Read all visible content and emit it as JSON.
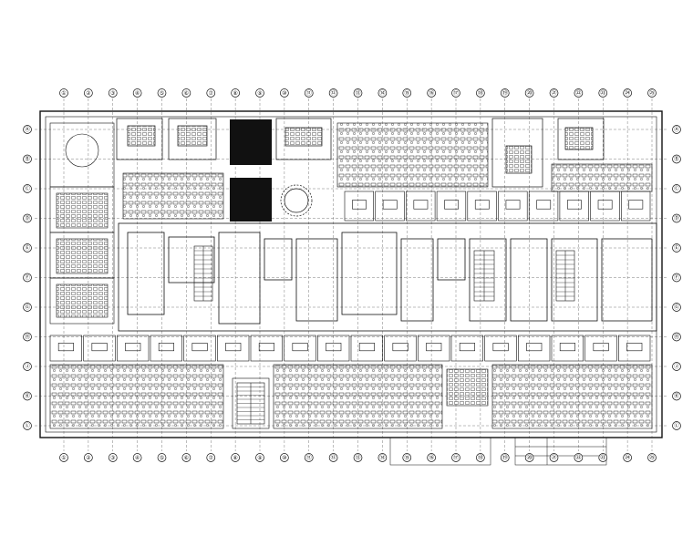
{
  "drawing": {
    "kind": "architectural office floor plan (CAD line drawing)",
    "line_color": "#1a1a1a",
    "background": "#ffffff"
  },
  "grid": {
    "top_axes": [
      "①",
      "②",
      "③",
      "④",
      "⑤",
      "⑥",
      "⑦",
      "⑧",
      "⑨",
      "⑩",
      "⑪",
      "⑫",
      "⑬",
      "⑭",
      "⑮",
      "⑯",
      "⑰",
      "⑱",
      "⑲",
      "⑳",
      "㉑",
      "㉒",
      "㉓",
      "㉔",
      "㉕"
    ],
    "bottom_axes": [
      "①",
      "②",
      "③",
      "④",
      "⑤",
      "⑥",
      "⑦",
      "⑧",
      "⑨",
      "⑩",
      "⑪",
      "⑫",
      "⑬",
      "⑭",
      "⑮",
      "⑯",
      "⑰",
      "⑱",
      "⑲",
      "⑳",
      "㉑",
      "㉒",
      "㉓",
      "㉔",
      "㉕"
    ],
    "left_axes": [
      "Ⓐ",
      "Ⓑ",
      "Ⓒ",
      "Ⓓ",
      "Ⓔ",
      "Ⓕ",
      "Ⓖ",
      "Ⓗ",
      "Ⓙ",
      "Ⓚ",
      "Ⓛ"
    ],
    "right_axes": [
      "Ⓐ",
      "Ⓑ",
      "Ⓒ",
      "Ⓓ",
      "Ⓔ",
      "Ⓕ",
      "Ⓖ",
      "Ⓗ",
      "Ⓙ",
      "Ⓚ",
      "Ⓛ"
    ]
  }
}
